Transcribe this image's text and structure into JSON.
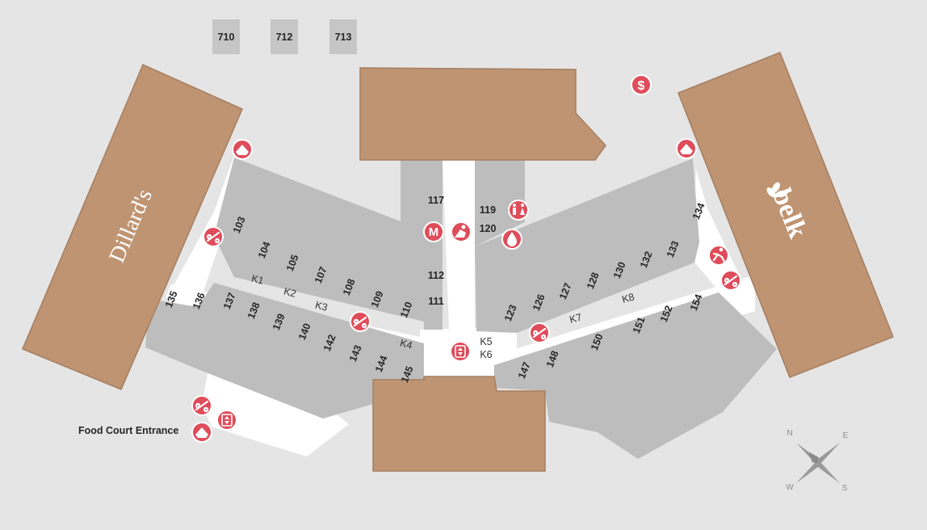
{
  "anchors": {
    "dillards": "Dillard's",
    "belk": "belk"
  },
  "outparcels": [
    "710",
    "712",
    "713"
  ],
  "units": [
    "103",
    "104",
    "105",
    "107",
    "108",
    "109",
    "110",
    "111",
    "112",
    "117",
    "119",
    "120",
    "123",
    "126",
    "127",
    "128",
    "130",
    "132",
    "133",
    "134",
    "135",
    "136",
    "137",
    "138",
    "139",
    "140",
    "142",
    "143",
    "144",
    "145",
    "147",
    "148",
    "150",
    "151",
    "152",
    "154"
  ],
  "kiosks": [
    "K1",
    "K2",
    "K3",
    "K4",
    "K5",
    "K6",
    "K7",
    "K8"
  ],
  "labels": {
    "food_court_entrance": "Food Court Entrance"
  },
  "amenities": [
    "entrance",
    "stroller",
    "restrooms",
    "mall-office",
    "family-room",
    "water-fountain",
    "atm",
    "security",
    "elevator"
  ],
  "compass": {
    "n": "N",
    "e": "E",
    "s": "S",
    "w": "W"
  },
  "colors": {
    "anchor": "#bf9472",
    "store": "#bdbdbd",
    "walkway": "#ffffff",
    "amenity": "#df4c5a",
    "background": "#e5e5e5"
  }
}
